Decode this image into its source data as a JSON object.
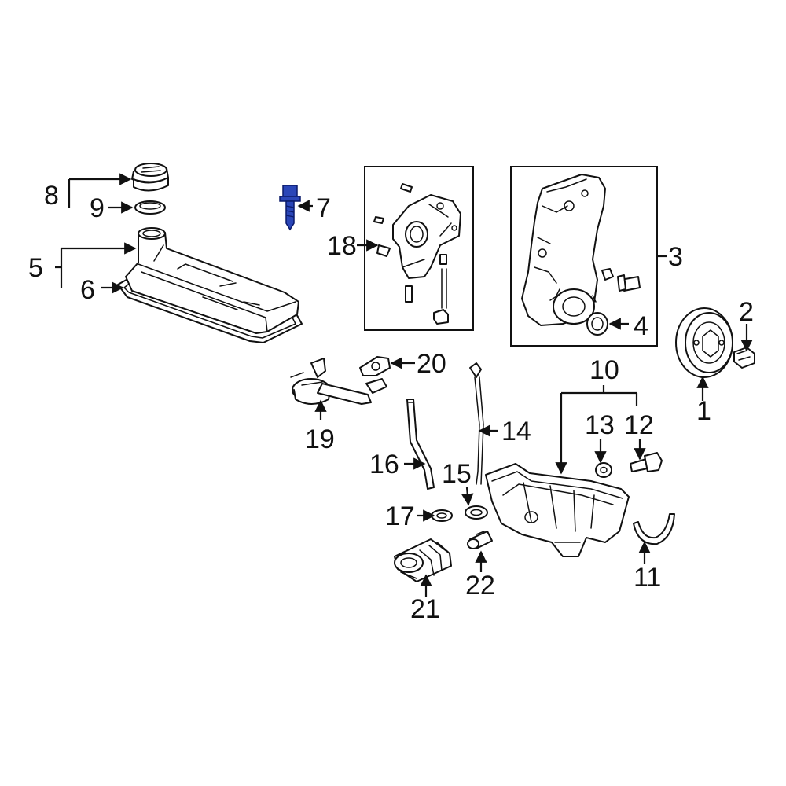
{
  "callouts": {
    "c1": "1",
    "c2": "2",
    "c3": "3",
    "c4": "4",
    "c5": "5",
    "c6": "6",
    "c7": "7",
    "c8": "8",
    "c9": "9",
    "c10": "10",
    "c11": "11",
    "c12": "12",
    "c13": "13",
    "c14": "14",
    "c15": "15",
    "c16": "16",
    "c17": "17",
    "c18": "18",
    "c19": "19",
    "c20": "20",
    "c21": "21",
    "c22": "22"
  },
  "colors": {
    "highlight_part": "#2a46b8",
    "line": "#111111",
    "background": "#ffffff"
  },
  "highlighted_part": "7"
}
